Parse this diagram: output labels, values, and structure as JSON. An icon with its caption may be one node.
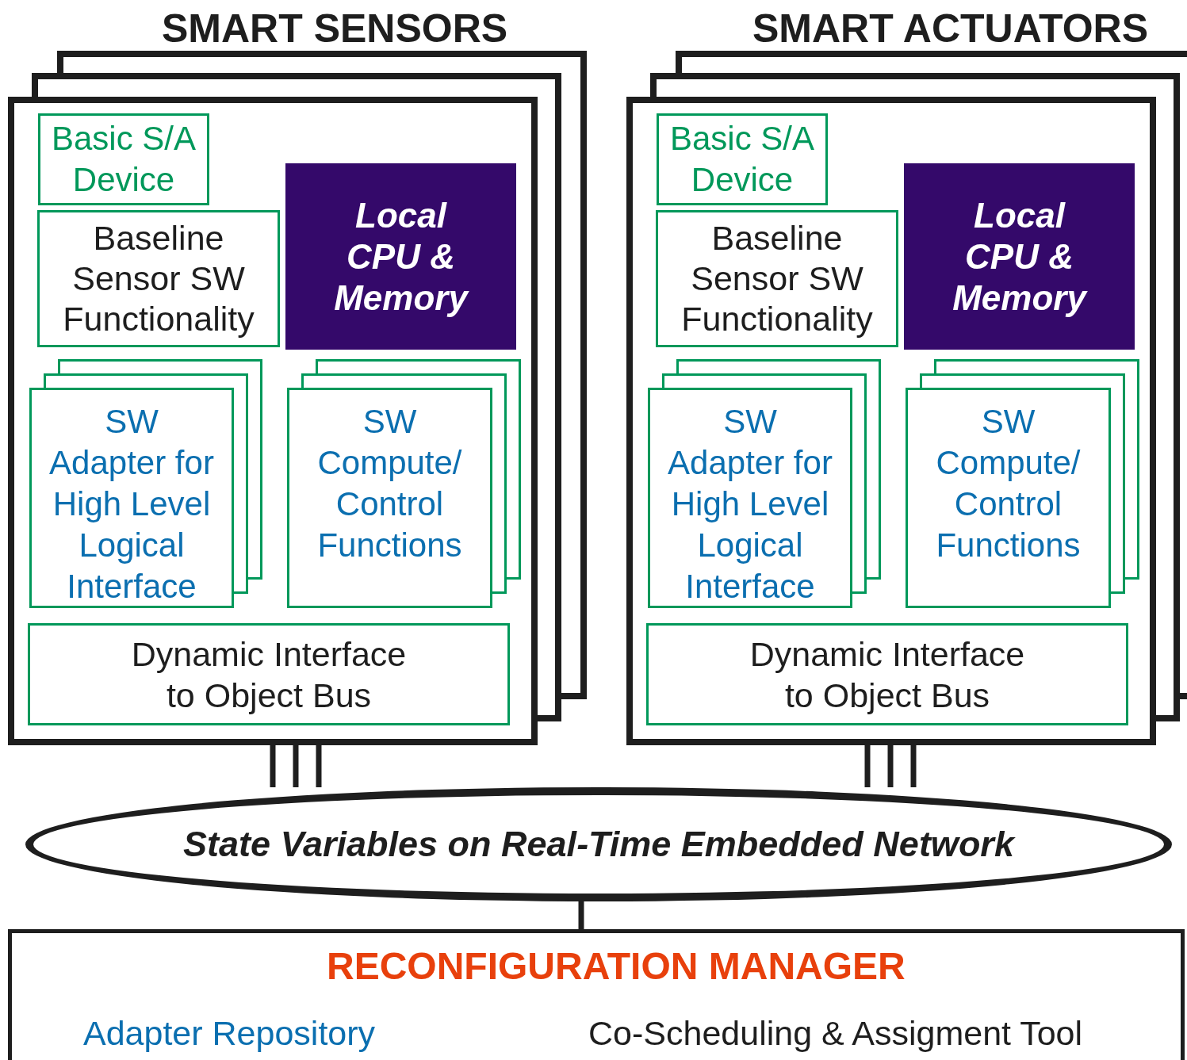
{
  "diagram": {
    "nodes": [
      {
        "text": [
          "SMART SENSORS"
        ]
      },
      {
        "text": [
          "Basic S/A Device"
        ],
        "in": 0
      },
      {
        "text": [
          "Baseline Sensor SW Functionality"
        ],
        "in": 0
      },
      {
        "text": [
          "Local CPU & Memory"
        ],
        "in": 0
      },
      {
        "text": [
          "SW Adapter for High Level Logical Interface"
        ],
        "in": 0
      },
      {
        "text": [
          "SW Compute/ Control Functions"
        ],
        "in": 0
      },
      {
        "text": [
          "Dynamic Interface to Object Bus"
        ],
        "in": 0
      },
      {
        "text": [
          "SMART ACTUATORS"
        ]
      },
      {
        "text": [
          "Basic S/A Device"
        ],
        "in": 7
      },
      {
        "text": [
          "Baseline Sensor SW Functionality"
        ],
        "in": 7
      },
      {
        "text": [
          "Local CPU & Memory"
        ],
        "in": 7
      },
      {
        "text": [
          "SW Adapter for High Level Logical Interface"
        ],
        "in": 7
      },
      {
        "text": [
          "SW Compute/ Control Functions"
        ],
        "in": 7
      },
      {
        "text": [
          "Dynamic Interface to Object Bus"
        ],
        "in": 7
      },
      {
        "text": [
          "State Variables on Real-Time Embedded Network"
        ]
      },
      {
        "text": [
          "RECONFIGURATION MANAGER",
          "Adapter Repository",
          "Co-Scheduling & Assigment Tool"
        ]
      }
    ],
    "edges": [
      {
        "from": 0,
        "to": 14,
        "arrow": "none"
      },
      {
        "from": 0,
        "to": 14,
        "arrow": "none"
      },
      {
        "from": 0,
        "to": 14,
        "arrow": "none"
      },
      {
        "from": 7,
        "to": 14,
        "arrow": "none"
      },
      {
        "from": 7,
        "to": 14,
        "arrow": "none"
      },
      {
        "from": 7,
        "to": 14,
        "arrow": "none"
      },
      {
        "from": 14,
        "to": 15,
        "arrow": "none"
      }
    ]
  }
}
